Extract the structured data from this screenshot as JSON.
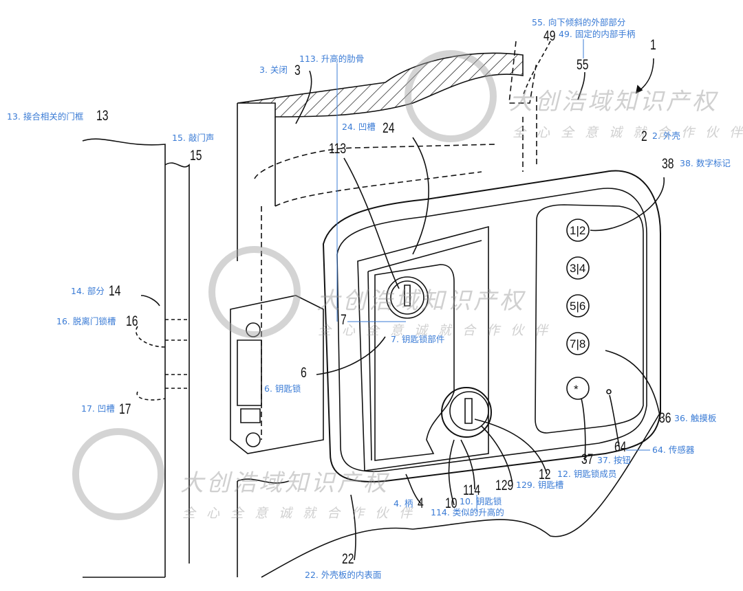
{
  "figure": {
    "annotations": [
      {
        "id": "55",
        "text": "55. 向下倾斜的外部部分"
      },
      {
        "id": "49",
        "text": "49. 固定的内部手柄"
      },
      {
        "id": "113",
        "text": "113. 升高的肋骨"
      },
      {
        "id": "3",
        "text": "3. 关闭"
      },
      {
        "id": "13",
        "text": "13. 接合相关的门框"
      },
      {
        "id": "15",
        "text": "15. 敲门声"
      },
      {
        "id": "24",
        "text": "24. 凹槽"
      },
      {
        "id": "2",
        "text": "2. 外壳"
      },
      {
        "id": "38",
        "text": "38. 数字标记"
      },
      {
        "id": "14",
        "text": "14. 部分"
      },
      {
        "id": "16",
        "text": "16. 脱离门锁槽"
      },
      {
        "id": "7",
        "text": "7. 钥匙锁部件"
      },
      {
        "id": "6",
        "text": "6. 钥匙锁"
      },
      {
        "id": "17",
        "text": "17. 凹槽"
      },
      {
        "id": "36",
        "text": "36. 触摸板"
      },
      {
        "id": "64",
        "text": "64. 传感器"
      },
      {
        "id": "37",
        "text": "37. 按钮"
      },
      {
        "id": "12",
        "text": "12. 钥匙锁成员"
      },
      {
        "id": "129",
        "text": "129. 钥匙槽"
      },
      {
        "id": "4",
        "text": "4. 柄"
      },
      {
        "id": "10",
        "text": "10. 钥匙锁"
      },
      {
        "id": "114",
        "text": "114. 类似的升高的"
      },
      {
        "id": "22",
        "text": "22. 外壳板的内表面"
      }
    ],
    "reference_numerals": [
      "49",
      "55",
      "1",
      "3",
      "13",
      "15",
      "113",
      "24",
      "2",
      "38",
      "14",
      "16",
      "7",
      "6",
      "17",
      "36",
      "64",
      "37",
      "12",
      "129",
      "4",
      "10",
      "114",
      "22"
    ],
    "keypad_buttons": [
      "1|2",
      "3|4",
      "5|6",
      "7|8",
      "*"
    ],
    "label_color": "#3a7bd5"
  },
  "watermark": {
    "brand": "大创浩域知识产权",
    "slogan": "全心全意诚就合作伙伴"
  }
}
